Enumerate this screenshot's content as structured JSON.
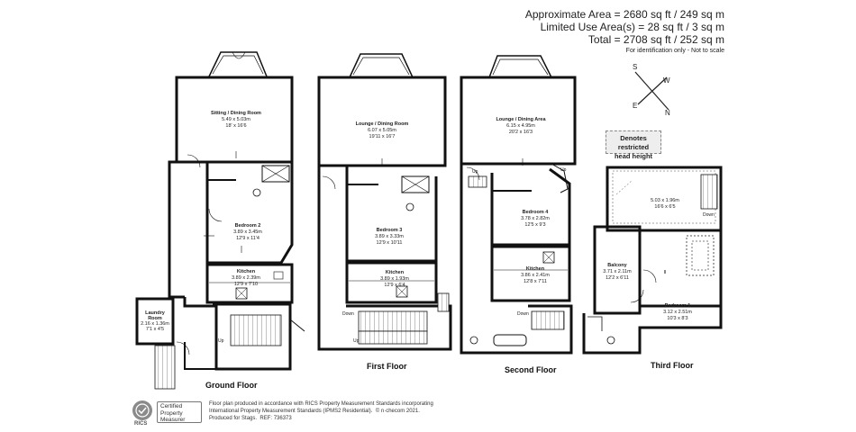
{
  "areas": {
    "approx": "Approximate Area = 2680 sq ft / 249 sq m",
    "limited": "Limited Use Area(s) = 28 sq ft / 3 sq m",
    "total": "Total = 2708 sq ft / 252 sq m",
    "note": "For identification only - Not to scale"
  },
  "restricted": {
    "line1": "Denotes restricted",
    "line2": "head height"
  },
  "compass": {
    "n": "N",
    "s": "S",
    "e": "E",
    "w": "W"
  },
  "floors": {
    "ground": "Ground Floor",
    "first": "First Floor",
    "second": "Second Floor",
    "third": "Third Floor"
  },
  "rooms": {
    "sitting": {
      "name": "Sitting / Dining Room",
      "m": "5.49 x 5.03m",
      "ft": "18' x 16'6"
    },
    "bed2": {
      "name": "Bedroom 2",
      "m": "3.89 x 3.45m",
      "ft": "12'9 x 11'4"
    },
    "kitchen_g": {
      "name": "Kitchen",
      "m": "3.89 x 2.39m",
      "ft": "12'9 x 7'10"
    },
    "laundry": {
      "name1": "Laundry",
      "name2": "Room",
      "m": "2.16 x 1.36m",
      "ft": "7'1 x 4'5"
    },
    "lounge1": {
      "name": "Lounge / Dining Room",
      "m": "6.07 x 5.05m",
      "ft": "19'11 x 16'7"
    },
    "bed3": {
      "name": "Bedroom 3",
      "m": "3.89 x 3.33m",
      "ft": "12'9 x 10'11"
    },
    "kitchen_1": {
      "name": "Kitchen",
      "m": "3.89 x 1.93m",
      "ft": "12'9 x 6'4"
    },
    "lounge2": {
      "name": "Lounge / Dining Area",
      "m": "6.15 x 4.95m",
      "ft": "20'2 x 16'3"
    },
    "bed4": {
      "name": "Bedroom 4",
      "m": "3.78 x 2.82m",
      "ft": "12'5 x 9'3"
    },
    "kitchen_2": {
      "name": "Kitchen",
      "m": "3.86 x 2.41m",
      "ft": "12'8 x 7'11"
    },
    "top": {
      "m": "5.03 x 1.96m",
      "ft": "16'6 x 6'5"
    },
    "balcony": {
      "name": "Balcony",
      "m": "3.71 x 2.11m",
      "ft": "12'2 x 6'11"
    },
    "bed1": {
      "name": "Bedroom 1",
      "m": "3.12 x 2.51m",
      "ft": "10'3 x 8'3"
    }
  },
  "stairs": {
    "up": "Up",
    "down": "Down"
  },
  "footer": {
    "rics": "RICS",
    "cert1": "Certified",
    "cert2": "Property",
    "cert3": "Measurer",
    "line1": "Floor plan produced in accordance with RICS Property Measurement Standards incorporating",
    "line2": "International Property Measurement Standards (IPMS2 Residential).",
    "copyright": "© n·checom 2021.",
    "line3": "Produced for Stags.",
    "ref": "REF: 736373"
  }
}
